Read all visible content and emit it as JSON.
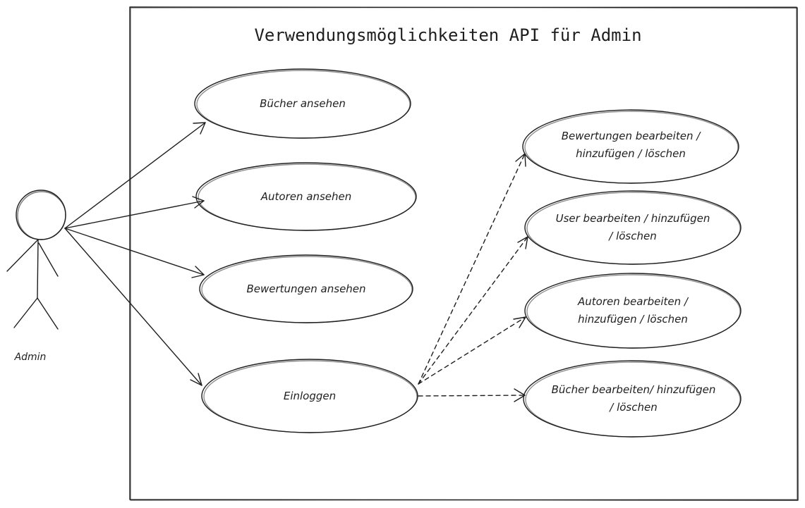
{
  "diagram": {
    "title": "Verwendungsmöglichkeiten API für Admin",
    "actor": {
      "label": "Admin",
      "icon": "stick-figure"
    },
    "colors": {
      "view_fill": "#b2f2bb",
      "view_hatch": "#40c057",
      "login_fill": "#ffec99",
      "login_hatch": "#f59f00",
      "edit_fill": "#ffc9c9",
      "edit_hatch": "#e03131",
      "stroke": "#1e1e1e"
    },
    "view_use_cases": [
      {
        "label": "Bücher ansehen"
      },
      {
        "label": "Autoren ansehen"
      },
      {
        "label": "Bewertungen ansehen"
      }
    ],
    "login_use_case": {
      "label": "Einloggen"
    },
    "edit_use_cases": [
      {
        "line1": "Bewertungen bearbeiten /",
        "line2": "hinzufügen / löschen"
      },
      {
        "line1": "User bearbeiten / hinzufügen",
        "line2": "/ löschen"
      },
      {
        "line1": "Autoren bearbeiten /",
        "line2": "hinzufügen / löschen"
      },
      {
        "line1": "Bücher bearbeiten/ hinzufügen",
        "line2": "/ löschen"
      }
    ]
  }
}
